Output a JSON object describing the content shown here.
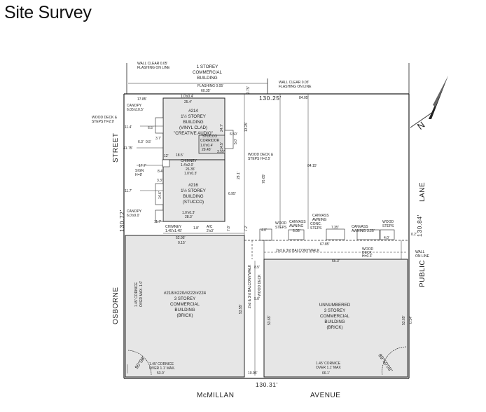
{
  "title": "Site Survey",
  "streets": {
    "west": [
      "STREET",
      "OSBORNE"
    ],
    "east": [
      "LANE",
      "PUBLIC"
    ],
    "south": [
      "McMILLAN",
      "AVENUE"
    ]
  },
  "north_arrow_label": "N",
  "buildings": {
    "north_neighbour": [
      "1 STOREY",
      "COMMERCIAL",
      "BUILDING"
    ],
    "b214": [
      "#214",
      "1½ STOREY",
      "BUILDING",
      "(VINYL CLAD)",
      "\"CREATIVE AUDIO\""
    ],
    "b216": [
      "#216",
      "1½ STOREY",
      "BUILDING",
      "(STUCCO)"
    ],
    "b218": [
      "#218/#220/#222/#224",
      "3 STOREY",
      "COMMERCIAL",
      "BUILDING",
      "(BRICK)"
    ],
    "unnumbered": [
      "UNNUMBERED",
      "3 STOREY",
      "COMMERCIAL",
      "BUILDING",
      "(BRICK)"
    ]
  },
  "labels": {
    "wall_clear_west": [
      "WALL CLEAR 0.05'",
      "FLASHING ON LINE"
    ],
    "wall_clear_east": [
      "WALL CLEAR 0.05'",
      "FLASHING ON LINE"
    ],
    "flashing": [
      "FLASHING 0.05'",
      "60.35'"
    ],
    "dim_275": "2.75'",
    "north_line": "130.25'",
    "north_right": "84.05'",
    "top_14": [
      "1.0'x0.4'",
      "25.4'"
    ],
    "dim_1785": "17.85'",
    "canopy1": [
      "CANOPY",
      "6.05'x10.5'"
    ],
    "wood_deck_w": [
      "WOOD DECK &",
      "STEPS H=2.9'"
    ],
    "dim_114": "11.4'",
    "dim_63": "6.3'",
    "dim_0_5": "0.5'",
    "dim_4175": "41.75'",
    "dim_6_5": "6.5'",
    "dim_3_7": "3.7'",
    "stucco_corridor": [
      "STUCCO",
      "CORRIDOR"
    ],
    "s1_0x0_4": [
      "1.0'x0.4'",
      "29.45'"
    ],
    "dim_6_50": "6.50'",
    "dim_5_0": "5.0'",
    "dim_13_25": "13.25'",
    "dim_24_7": "24.7'",
    "dim_14_5": "14.5'",
    "dim_18_5": "18.5'",
    "dim_3_55": "3.55'",
    "wood_deck_e": [
      "WOOD DECK &",
      "STEPS H=2.5'"
    ],
    "dim_12": "12'",
    "chimney1": [
      "CHIMNEY",
      "1.4'x2.0'"
    ],
    "dim_177": "17.7'",
    "dim_8_4": "8.4'",
    "dim_26_35": "26.35'",
    "dim_1_0x0_3": "1.0'x0.3'",
    "dim_28_1": "28.1'",
    "dim_76_65": "76.65'",
    "dim_84_15": "84.15'",
    "sign": [
      "SIGN",
      "H=8'"
    ],
    "dim_11_7": "11.7'",
    "dim_3_3": "3.3'",
    "dim_14_6": "14.6'",
    "dim_6_95": "6.95'",
    "dim_7_2": "7.2'",
    "dim_130_72": "130.72'",
    "canopy2": [
      "CANOPY",
      "6.0'x9.0'"
    ],
    "b216_bottom": [
      "1.0'x0.3'",
      "28.3'"
    ],
    "dim_11_7b": "11.7'",
    "chimney2": [
      "CHIMNEY",
      "1.45'x1.45'"
    ],
    "dim_1_8": "1.8'",
    "ac": [
      "A/C",
      "2'x3'"
    ],
    "dim_7_8": "7.8'",
    "dim_52_95": "52.95'",
    "dim_0_15": "0.15'",
    "canvas1": [
      "CANVASS",
      "AWNING"
    ],
    "canvas2": [
      "CANVASS",
      "AWNING"
    ],
    "canvas3": [
      "CANVASS",
      "AWNING"
    ],
    "wood_steps1": [
      "WOOD",
      "STEPS"
    ],
    "wood_steps2": [
      "WOOD",
      "STEPS"
    ],
    "conc_steps": [
      "CONC.",
      "STEPS"
    ],
    "dim_4_0": "4.0'",
    "dim_6_05": "6.05'",
    "dim_7_35": "7.35'",
    "dim_3_25": "3.25'",
    "dim_4_0b": "4.0'",
    "dim_67_85": "67.85'",
    "balcony": "2nd & 3rd BALCONY/WALK",
    "wood_deck_h": [
      "WOOD",
      "DECK",
      "H=0.3'"
    ],
    "wall_on_line": [
      "WALL",
      "ON LINE"
    ],
    "dim_65_3": "65.3'",
    "dim_130_84": "130.84'",
    "dim_0_2": "0.2'",
    "vert_balcony": "2nd & 3rd BALCONY/WALK",
    "vert_wooddeck": "WOOD DECK",
    "dim_8_5": "8.5'",
    "dim_5_0b": "5.0'",
    "dim_53_55": "53.55'",
    "dim_53_65": "53.65'",
    "dim_53_65b": "53.65'",
    "dim_0_14": "0.14'",
    "cornice_w": [
      "1.45' CORNICE",
      "OVER 1.1' MAX."
    ],
    "cornice_w2": "53.0'",
    "cornice_vert": [
      "1.45' CORNICE",
      "OVER MAX. 1.0'"
    ],
    "cornice_e": [
      "1.45' CORNICE",
      "OVER 1.1' MAX"
    ],
    "cornice_e2": "66.1'",
    "angle_w": "90°08'",
    "angle_e": "89°50'05\"",
    "dim_10_95": "10.95'",
    "south_line": "130.31'"
  }
}
